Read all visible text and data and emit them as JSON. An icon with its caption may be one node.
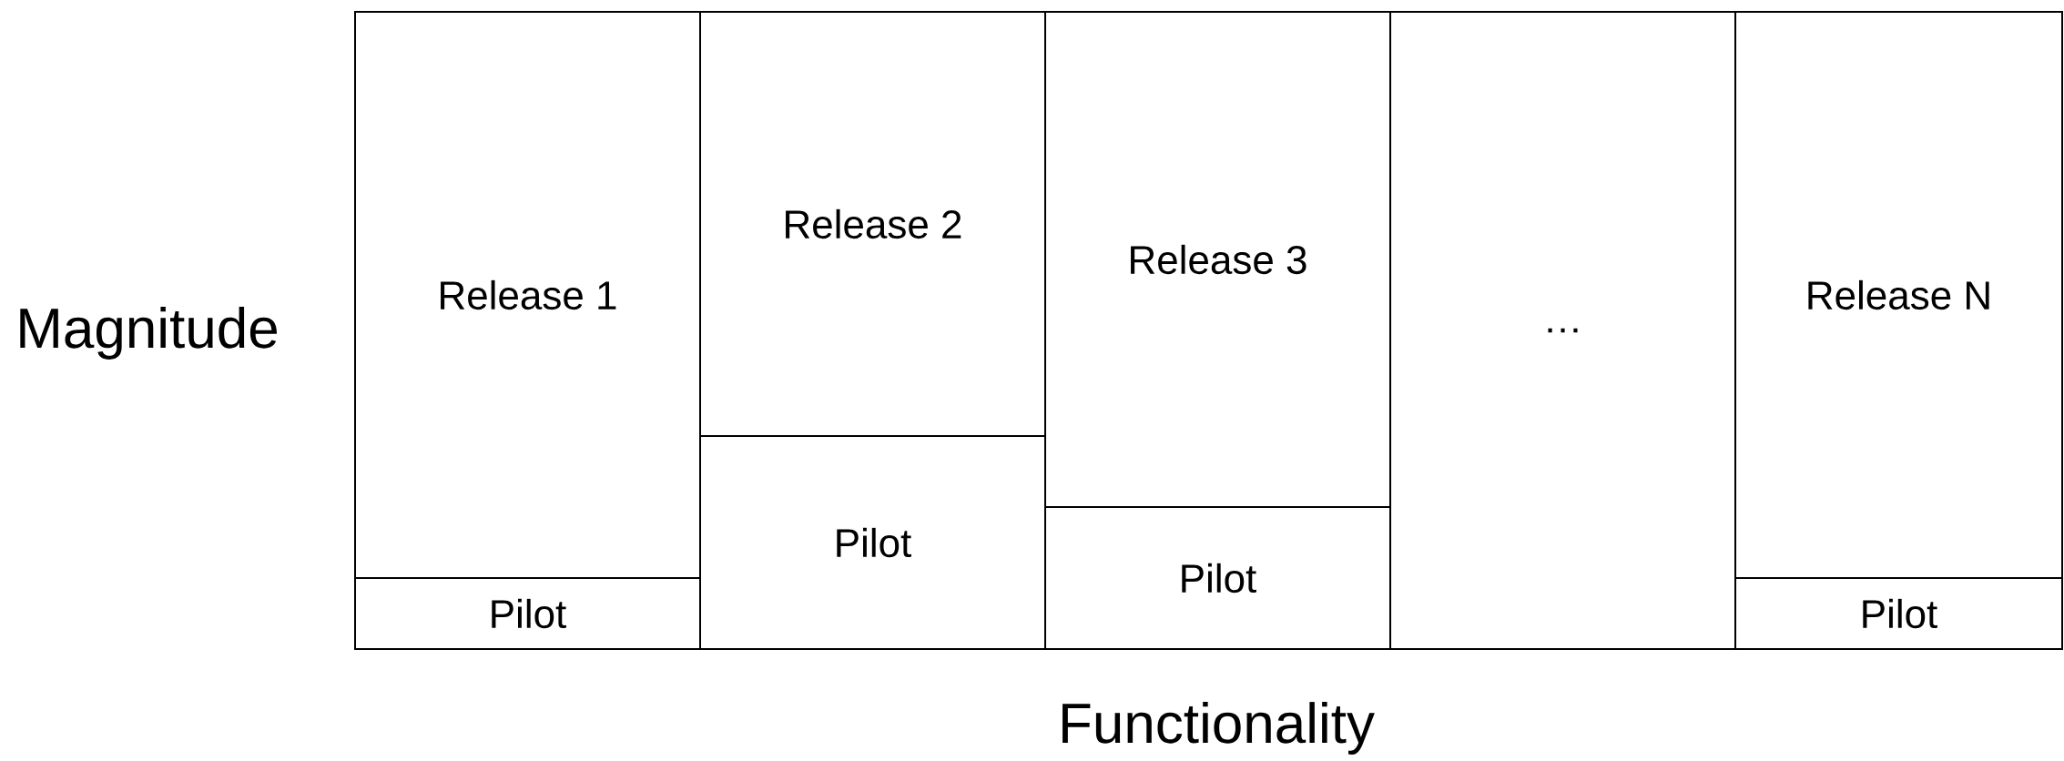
{
  "diagram": {
    "nodes": [
      {
        "text": [
          "Release 1"
        ]
      },
      {
        "text": [
          "Pilot"
        ]
      },
      {
        "text": [
          "Release 2"
        ]
      },
      {
        "text": [
          "Pilot"
        ]
      },
      {
        "text": [
          "Release 3"
        ]
      },
      {
        "text": [
          "Pilot"
        ]
      },
      {
        "text": [
          "…"
        ]
      },
      {
        "text": [
          "Release N"
        ]
      },
      {
        "text": [
          "Pilot"
        ]
      }
    ],
    "labels": [
      "Magnitude",
      "Functionality"
    ]
  }
}
